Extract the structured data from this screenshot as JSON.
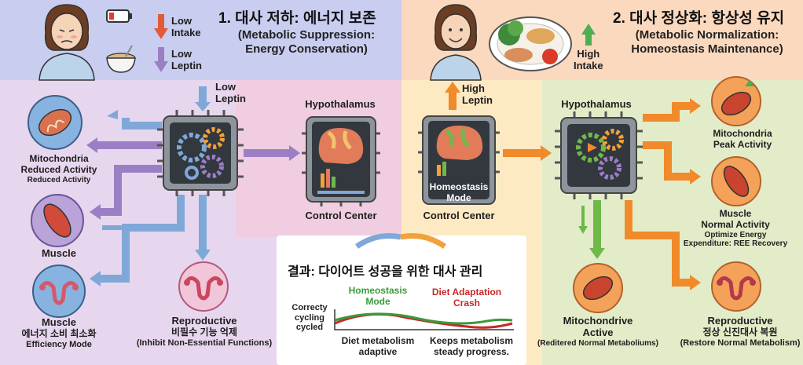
{
  "left_panel": {
    "title": "1. 대사 저하: 에너지 보존",
    "subtitle_line1": "(Metabolic Suppression:",
    "subtitle_line2": "Energy Conservation)",
    "low_intake": [
      "Low",
      "Intake"
    ],
    "low_leptin": [
      "Low",
      "Leptin"
    ],
    "input_leptin": [
      "Low",
      "Leptin"
    ],
    "hypothalamus_label": "Hypothalamus",
    "control_center_label": "Control Center",
    "mitochondria": [
      "Mitochondria",
      "Reduced Activity",
      "Reduced Activity"
    ],
    "muscle_label": "Muscle",
    "muscle_bottom": [
      "Muscle",
      "에너지 소비 최소화",
      "Efficiency Mode"
    ],
    "reproductive": [
      "Reproductive",
      "비필수 기능 억제",
      "(Inhibit Non-Essential Functions)"
    ]
  },
  "right_panel": {
    "title": "2. 대사 정상화: 항상성 유지",
    "subtitle_line1": "(Metabolic Normalization:",
    "subtitle_line2": "Homeostasis Maintenance)",
    "high_intake": [
      "High",
      "Intake"
    ],
    "high_leptin": [
      "High",
      "Leptin"
    ],
    "hypothalamus_label": "Hypothalamus",
    "homeostasis_mode": [
      "Homeostasis",
      "Mode"
    ],
    "control_center_label": "Control Center",
    "mitochondria": [
      "Mitochondria",
      "Peak Activity"
    ],
    "muscle": [
      "Muscle",
      "Normal Activity",
      "Optimize Energy",
      "Expenditure: REE Recovery"
    ],
    "mitochondrive": [
      "Mitochondrive",
      "Active",
      "(Reditered Normal Metaboliums)"
    ],
    "reproductive": [
      "Reproductive",
      "정상 신진대사 복원",
      "(Restore Normal Metabolism)"
    ]
  },
  "result": {
    "title": "결과: 다이어트 성공을 위한 대사 관리",
    "homeostasis": [
      "Homeostasis",
      "Mode"
    ],
    "crash": [
      "Diet Adaptation",
      "Crash"
    ],
    "left_label": [
      "Correcty",
      "cycling",
      "cycled"
    ],
    "bottom_left": [
      "Diet metabolism",
      "adaptive"
    ],
    "bottom_right": [
      "Keeps metabolism",
      "steady progress."
    ]
  },
  "colors": {
    "green": "#3a9a3a",
    "red": "#c62828",
    "blue_arrow": "#7fa8d8",
    "purple_arrow": "#9b7fc4",
    "orange_arrow": "#f08a2a",
    "green_arrow": "#6fb84a"
  }
}
